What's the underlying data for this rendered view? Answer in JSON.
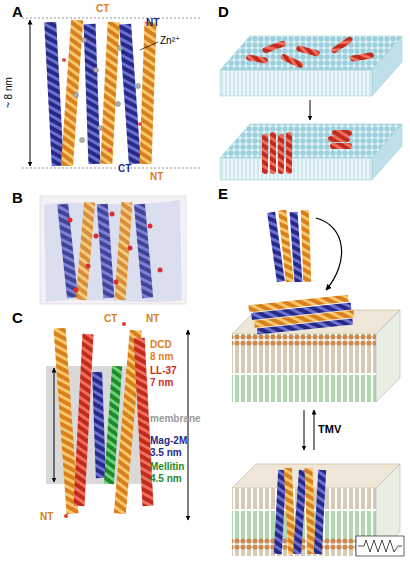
{
  "diagram": {
    "labels": [
      "A",
      "~ 8 nm",
      "CT",
      "NT",
      "Zn²⁺",
      "CT",
      "NT",
      "B",
      "C",
      "CT",
      "NT",
      "DCD",
      "8 nm",
      "LL-37",
      "7 nm",
      "membrane",
      "Mag-2M",
      "3.5 nm",
      "Mellitin",
      "4.5 nm",
      "NT",
      "D",
      "E",
      "TMV"
    ]
  }
}
